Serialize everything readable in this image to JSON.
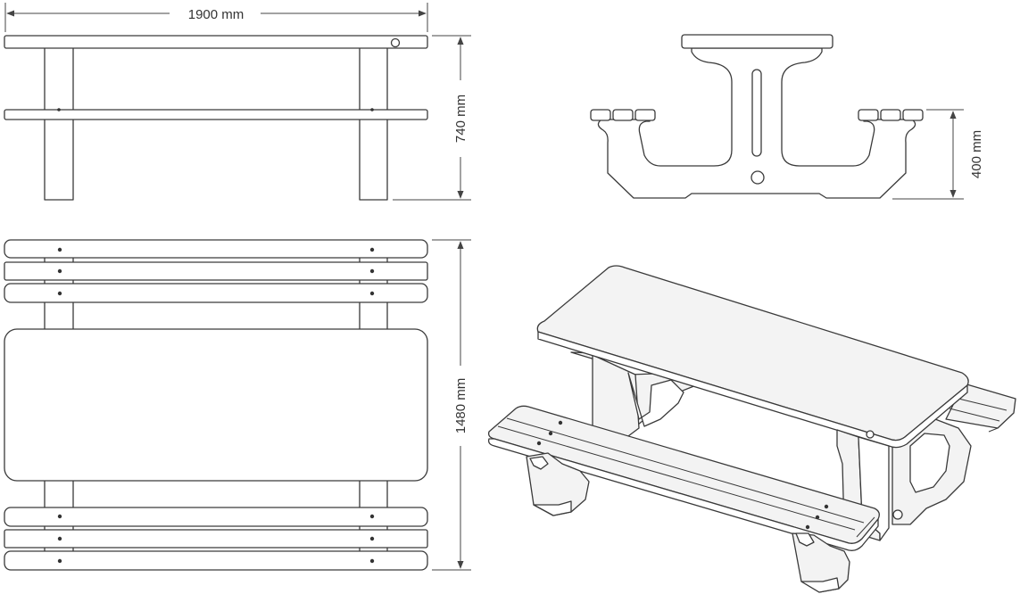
{
  "dimensions": {
    "length": "1900 mm",
    "height": "740 mm",
    "seat_height": "400 mm",
    "width": "1480 mm"
  },
  "colors": {
    "line": "#3a3a3a",
    "background": "#ffffff",
    "surface": "#f3f3f3"
  }
}
